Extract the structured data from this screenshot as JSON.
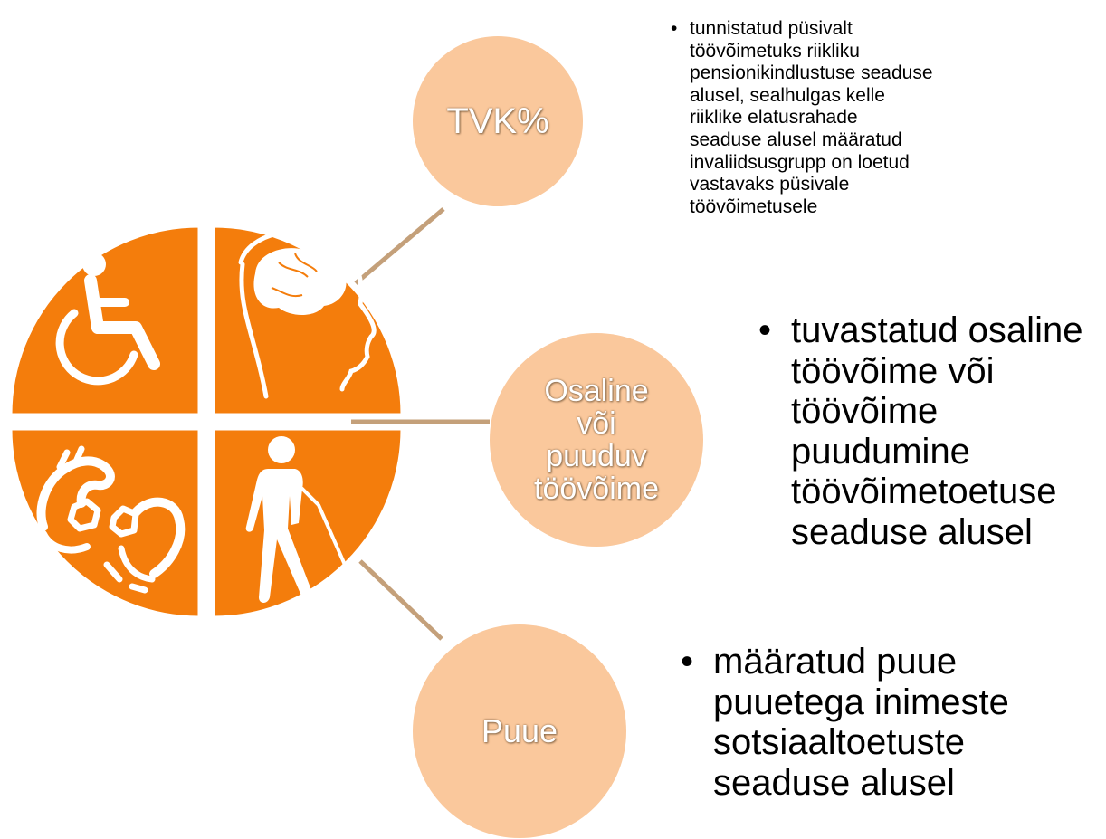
{
  "colors": {
    "circle_fill": "#FAC89C",
    "connector": "#C4A07A",
    "quadrant_fill": "#F47D0C",
    "icon_fill": "#FFFFFF",
    "text": "#000000"
  },
  "icons": [
    "wheelchair-icon",
    "head-brain-icon",
    "sign-language-icon",
    "blind-person-cane-icon"
  ],
  "nodes": [
    {
      "label_lines": [
        "TVK%"
      ],
      "bullet_marker": "•",
      "bullet_text": "tunnistatud püsivalt töövõimetuks riikliku pensionikindlustuse seaduse alusel, sealhulgas kelle riiklike elatusrahade seaduse alusel määratud invaliidsusgrupp on loetud vastavaks püsivale töövõimetusele"
    },
    {
      "label_lines": [
        "Osaline",
        "või",
        "puuduv",
        "töövõime"
      ],
      "bullet_marker": "•",
      "bullet_text": "tuvastatud osaline töövõime või töövõime puudumine töövõimetoetuse seaduse alusel"
    },
    {
      "label_lines": [
        "Puue"
      ],
      "bullet_marker": "•",
      "bullet_text": "määratud puue puuetega inimeste sotsiaaltoetuste seaduse alusel"
    }
  ]
}
